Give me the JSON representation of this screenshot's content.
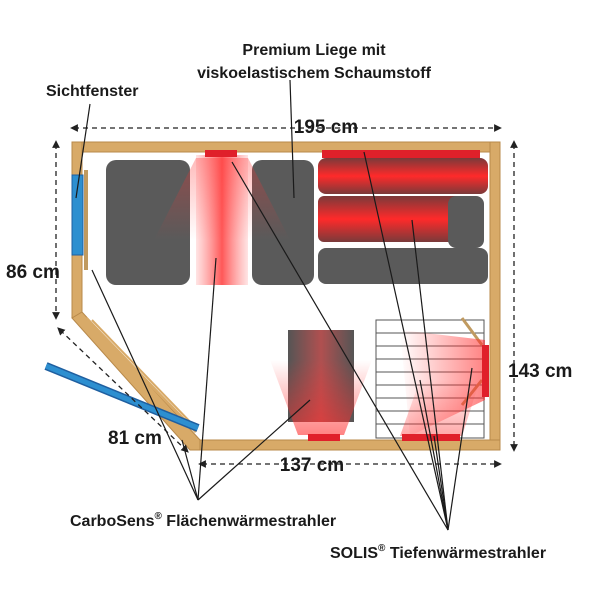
{
  "labels": {
    "premium_line1": "Premium Liege mit",
    "premium_line2": "viskoelastischem Schaumstoff",
    "sichtfenster": "Sichtfenster",
    "carbosens_name": "CarboSens",
    "carbosens_rest": " Flächenwärmestrahler",
    "solis_name": "SOLIS",
    "solis_rest": " Tiefenwärmestrahler",
    "registered": "®"
  },
  "dimensions": {
    "top_width": "195 cm",
    "right_height": "143 cm",
    "bottom_width": "137 cm",
    "left_height": "86 cm",
    "diagonal": "81 cm"
  },
  "colors": {
    "wall": "#d8aa68",
    "wall_stroke": "#b8894a",
    "bench": "#5a5a5a",
    "heater": "#e0202a",
    "glass": "#2d8fd0",
    "leader": "#1a1a1a"
  }
}
